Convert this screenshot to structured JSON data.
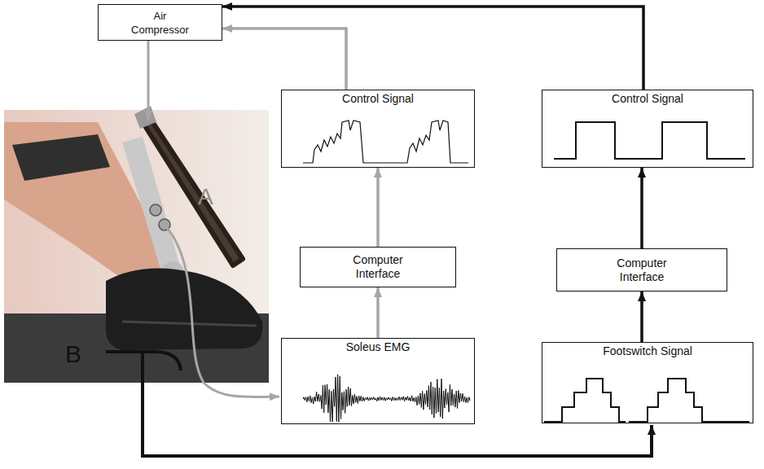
{
  "diagram": {
    "nodes": [
      {
        "text": [
          "Air Compressor"
        ]
      },
      {
        "text": [
          "Control Signal"
        ]
      },
      {
        "text": [
          "Control Signal"
        ]
      },
      {
        "text": [
          "Computer Interface"
        ]
      },
      {
        "text": [
          "Computer Interface"
        ]
      },
      {
        "text": [
          "Soleus EMG"
        ]
      },
      {
        "text": [
          "Footswitch Signal"
        ]
      }
    ],
    "edges": [
      {
        "from": 5,
        "to": 3,
        "arrow": "to"
      },
      {
        "from": 3,
        "to": 1,
        "arrow": "to"
      },
      {
        "from": 1,
        "to": 0,
        "arrow": "to"
      },
      {
        "from": 6,
        "to": 4,
        "arrow": "to"
      },
      {
        "from": 4,
        "to": 2,
        "arrow": "to"
      },
      {
        "from": 2,
        "to": 0,
        "arrow": "to"
      }
    ],
    "labels": [
      "A",
      "B"
    ]
  }
}
